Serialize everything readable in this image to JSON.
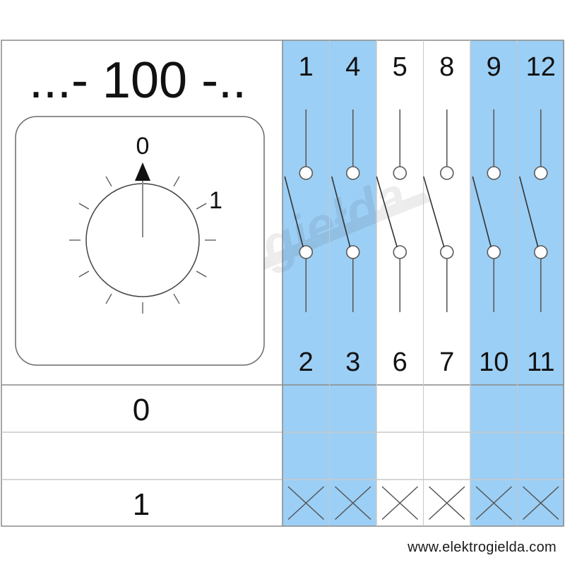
{
  "header": {
    "range_label": "...- 100 -.."
  },
  "dial": {
    "mark_zero": "0",
    "mark_one": "1"
  },
  "contacts": [
    {
      "top": "1",
      "bottom": "2",
      "open_in_zero": true
    },
    {
      "top": "4",
      "bottom": "3",
      "open_in_zero": true
    },
    {
      "top": "5",
      "bottom": "6",
      "open_in_zero": false
    },
    {
      "top": "8",
      "bottom": "7",
      "open_in_zero": false
    },
    {
      "top": "9",
      "bottom": "10",
      "open_in_zero": true
    },
    {
      "top": "12",
      "bottom": "11",
      "open_in_zero": true
    }
  ],
  "positions": [
    {
      "label": "0",
      "closed": [
        false,
        false,
        false,
        false,
        false,
        false
      ]
    },
    {
      "label": "",
      "closed": [
        false,
        false,
        false,
        false,
        false,
        false
      ]
    },
    {
      "label": "1",
      "closed": [
        true,
        true,
        true,
        true,
        true,
        true
      ]
    }
  ],
  "watermark": {
    "text": "Elektrogiełda"
  },
  "footer": {
    "url": "www.elektrogielda.com"
  },
  "colors": {
    "highlight": "#9ccff5",
    "line": "#5a5a5a",
    "grid": "#bdbdbd"
  }
}
